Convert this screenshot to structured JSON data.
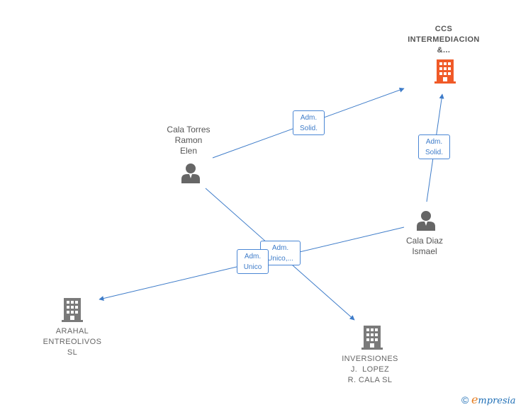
{
  "colors": {
    "edge": "#3e7cc9",
    "main_company": "#f05a28",
    "company": "#7a7a7a",
    "person": "#666666"
  },
  "nodes": {
    "ccs": {
      "lines": [
        "CCS",
        "INTERMEDIACION",
        "&..."
      ],
      "icon": "building-icon",
      "highlight": true
    },
    "cala_torres": {
      "lines": [
        "Cala Torres",
        "Ramon",
        "Elen"
      ],
      "icon": "person-icon"
    },
    "cala_diaz": {
      "lines": [
        "Cala Diaz",
        "Ismael"
      ],
      "icon": "person-icon"
    },
    "arahal": {
      "lines": [
        "ARAHAL",
        "ENTREOLIVOS",
        "SL"
      ],
      "icon": "building-icon"
    },
    "inversiones": {
      "lines": [
        "INVERSIONES",
        "J.  LOPEZ",
        "R. CALA SL"
      ],
      "icon": "building-icon"
    }
  },
  "edges": {
    "torres_ccs": {
      "lines": [
        "Adm.",
        "Solid."
      ]
    },
    "diaz_ccs": {
      "lines": [
        "Adm.",
        "Solid."
      ]
    },
    "torres_inversiones": {
      "lines": [
        "Adm.",
        "Unico,..."
      ]
    },
    "diaz_arahal": {
      "lines": [
        "Adm.",
        "Unico"
      ]
    }
  },
  "brand": {
    "copyright_symbol": "©",
    "name_first": "e",
    "name_rest": "mpresia"
  }
}
